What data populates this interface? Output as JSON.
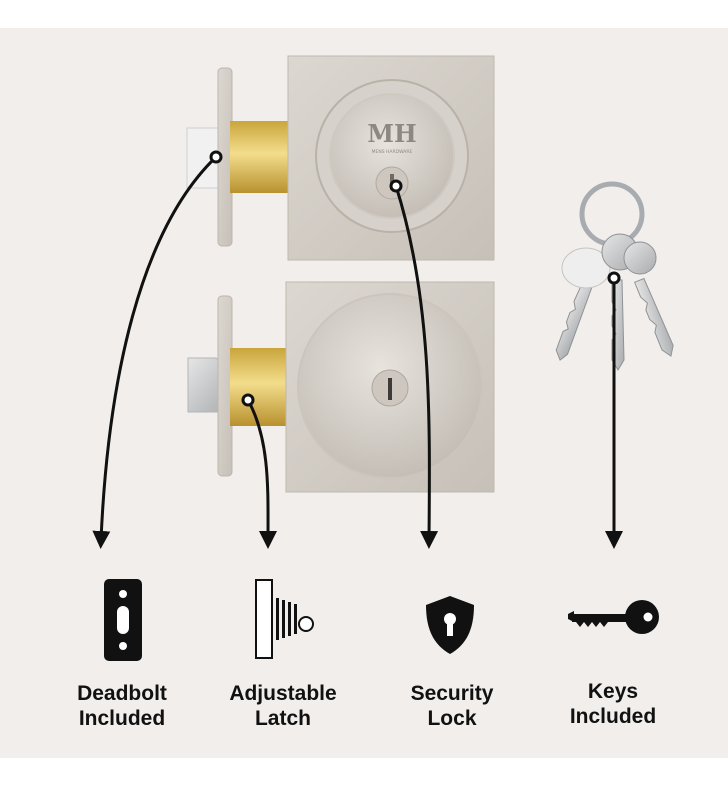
{
  "product": {
    "brand_mark": "MH",
    "brand_text": "MENS HARDWARE"
  },
  "features": [
    {
      "icon": "deadbolt-plate-icon",
      "line1": "Deadbolt",
      "line2": "Included"
    },
    {
      "icon": "adjustable-latch-icon",
      "line1": "Adjustable",
      "line2": "Latch"
    },
    {
      "icon": "security-shield-keyhole-icon",
      "line1": "Security",
      "line2": "Lock"
    },
    {
      "icon": "key-icon",
      "line1": "Keys",
      "line2": "Included"
    }
  ],
  "colors": {
    "panel_background": "#f1eeeb",
    "nickel_finish": "#d2ccc4",
    "brass_finish": "#dcc064",
    "icon_fill": "#111111"
  }
}
